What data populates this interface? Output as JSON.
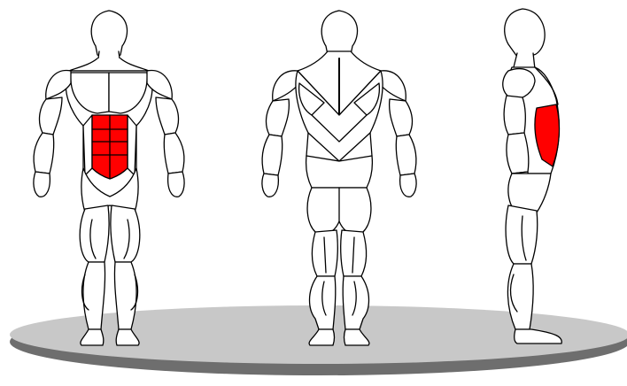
{
  "illustration": {
    "views": [
      {
        "id": "front",
        "highlighted_muscles": [
          "rectus-abdominis"
        ]
      },
      {
        "id": "back",
        "highlighted_muscles": []
      },
      {
        "id": "side",
        "highlighted_muscles": [
          "external-oblique"
        ]
      }
    ],
    "colors": {
      "highlight": "#ff0000",
      "outline": "#000000",
      "body_fill": "#ffffff",
      "platform_top": "#c8c8c8",
      "platform_edge": "#6e6e6e"
    }
  }
}
